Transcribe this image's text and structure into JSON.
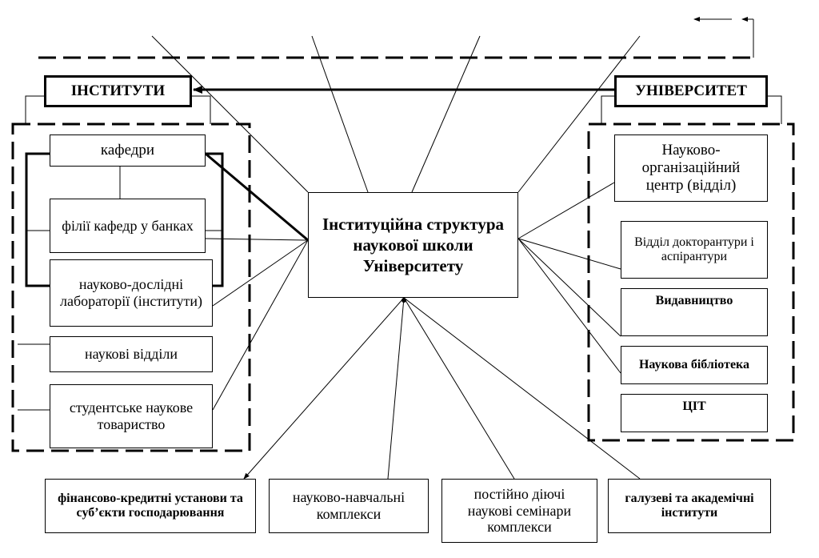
{
  "institutes": "ІНСТИТУТИ",
  "university": "УНІВЕРСИТЕТ",
  "center": "Інституційна структура наукової школи Університету",
  "left_units": [
    "кафедри",
    "філії кафедр у банках",
    "науково-дослідні лабораторії (інститути)",
    "наукові відділи",
    "студентське наукове товариство"
  ],
  "right_units": [
    "Науково-організаційний центр (відділ)",
    "Відділ докторантури і аспірантури",
    "Видавництво",
    "Наукова бібліотека",
    "ЦІТ"
  ],
  "bottom_units": [
    "фінансово-кредитні установи та суб’єкти господарювання",
    "науково-навчальні комплекси",
    "постійно діючі наукові семінари комплекси",
    "галузеві та академічні інститути"
  ]
}
